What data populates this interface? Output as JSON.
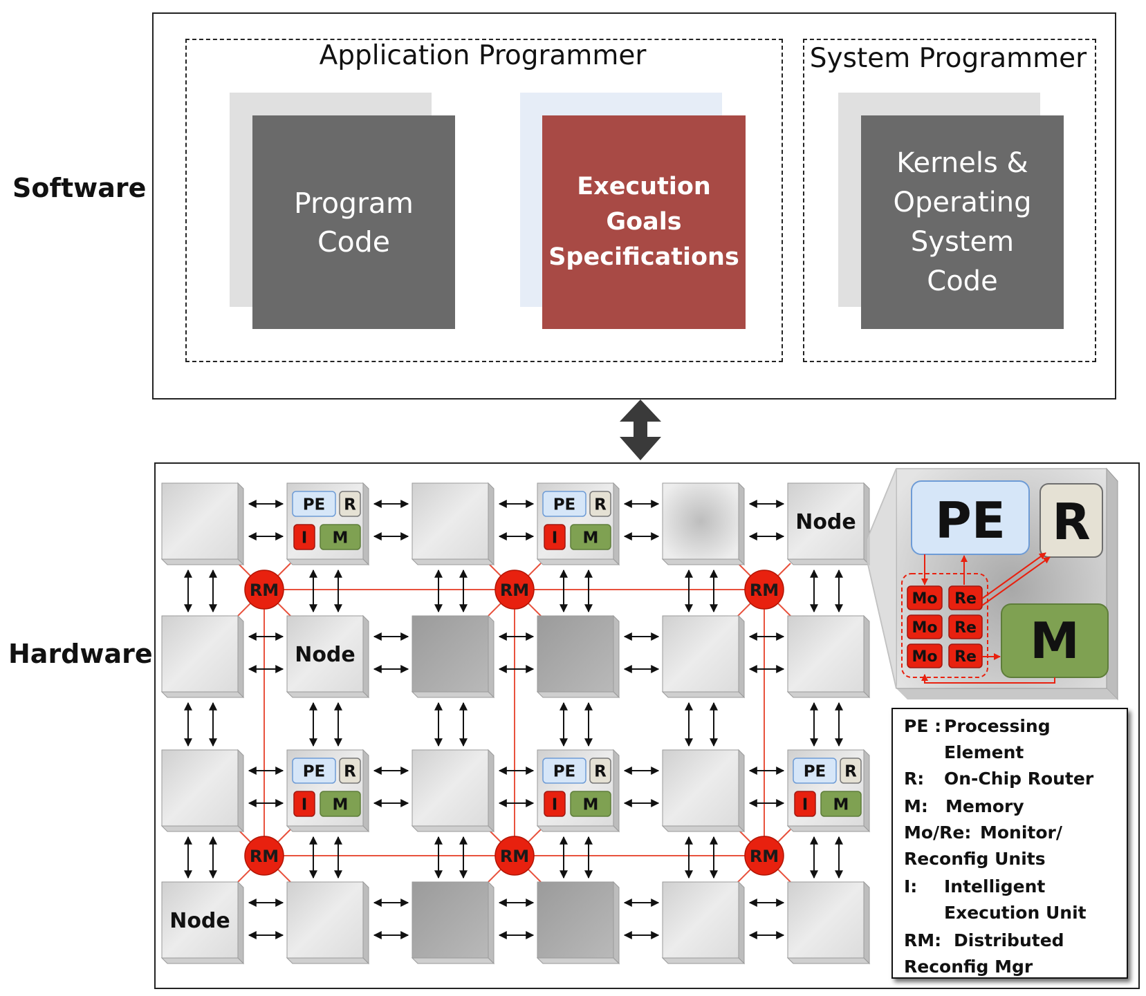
{
  "side_labels": {
    "software": "Software",
    "hardware": "Hardware"
  },
  "software": {
    "app_group_title": "Application Programmer",
    "sys_group_title": "System Programmer",
    "cards": [
      {
        "id": "program-code",
        "text": "Program\nCode",
        "color": "#6a6a6a",
        "back_color": "#e0e0e0",
        "bold": false
      },
      {
        "id": "execution-goals",
        "text": "Execution\nGoals\nSpecifications",
        "color": "#a84a45",
        "back_color": "#e6edf7",
        "bold": true
      },
      {
        "id": "kernels-os",
        "text": "Kernels &\nOperating\nSystem\nCode",
        "color": "#6a6a6a",
        "back_color": "#e0e0e0",
        "bold": false
      }
    ]
  },
  "hardware": {
    "node_label": "Node",
    "rm_label": "RM",
    "pe_label": "PE",
    "r_label": "R",
    "i_label": "I",
    "m_label": "M",
    "detail": {
      "pe": "PE",
      "r": "R",
      "m": "M",
      "mo": "Mo",
      "re": "Re"
    },
    "colors": {
      "rm": "#e8210f",
      "pe_fill": "#d6e6f8",
      "pe_border": "#6d9bd6",
      "r_fill": "#e5e1d4",
      "m_fill": "#7fa152",
      "i_fill": "#e8210f",
      "link": "#e8513c"
    },
    "grid": [
      [
        "plain",
        "compute",
        "plain",
        "compute",
        "radial",
        "node-label"
      ],
      [
        "plain",
        "node-label",
        "dark",
        "dark",
        "plain",
        "plain"
      ],
      [
        "plain",
        "compute",
        "plain",
        "compute",
        "plain",
        "compute"
      ],
      [
        "node-label",
        "plain",
        "dark",
        "dark",
        "plain",
        "plain"
      ]
    ]
  },
  "legend": [
    {
      "key": "PE :",
      "value": "Processing\nElement"
    },
    {
      "key": "R:",
      "value": "On-Chip Router"
    },
    {
      "key": "M:",
      "value": "Memory"
    },
    {
      "key": "Mo/Re:",
      "value": "Monitor/\nReconfig Units"
    },
    {
      "key": "I:",
      "value": "Intelligent\nExecution Unit"
    },
    {
      "key": "RM:",
      "value": "Distributed\nReconfig Mgr"
    }
  ]
}
